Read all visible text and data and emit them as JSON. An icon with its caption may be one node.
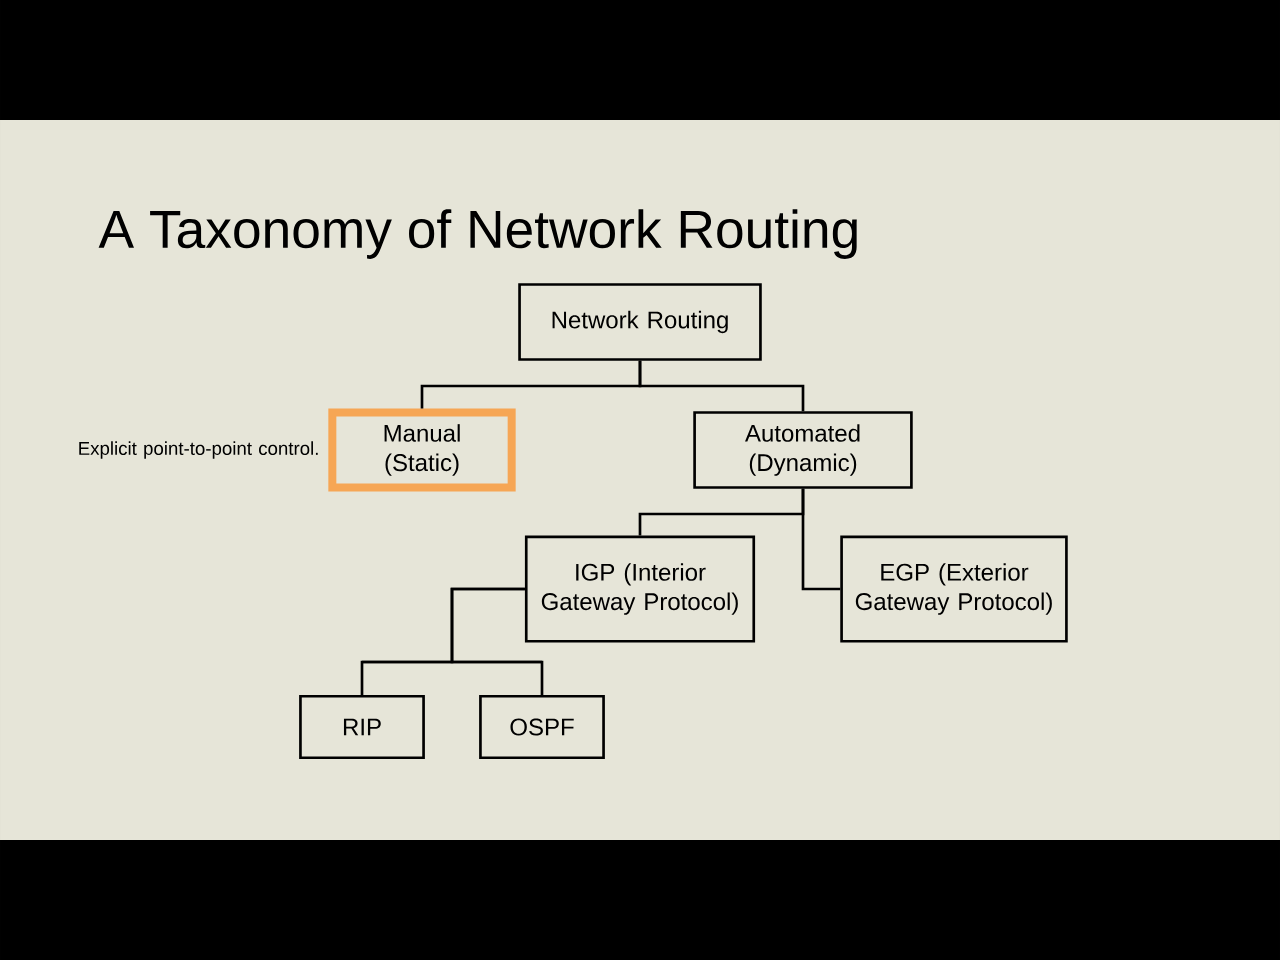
{
  "diagram": {
    "title": "A Taxonomy of Network Routing",
    "nodes": [
      {
        "text": [
          "Network Routing"
        ]
      },
      {
        "text": [
          "Manual (Static)"
        ],
        "beside": [
          "Explicit point-to-point control."
        ]
      },
      {
        "text": [
          "Automated (Dynamic)"
        ]
      },
      {
        "text": [
          "IGP (Interior Gateway Protocol)"
        ]
      },
      {
        "text": [
          "EGP (Exterior Gateway Protocol)"
        ]
      },
      {
        "text": [
          "RIP"
        ]
      },
      {
        "text": [
          "OSPF"
        ]
      }
    ],
    "edges": [
      {
        "from": 0,
        "to": 1,
        "arrow": "none"
      },
      {
        "from": 0,
        "to": 2,
        "arrow": "none"
      },
      {
        "from": 2,
        "to": 3,
        "arrow": "none"
      },
      {
        "from": 2,
        "to": 4,
        "arrow": "none"
      },
      {
        "from": 3,
        "to": 5,
        "arrow": "none"
      },
      {
        "from": 3,
        "to": 6,
        "arrow": "none"
      }
    ]
  }
}
